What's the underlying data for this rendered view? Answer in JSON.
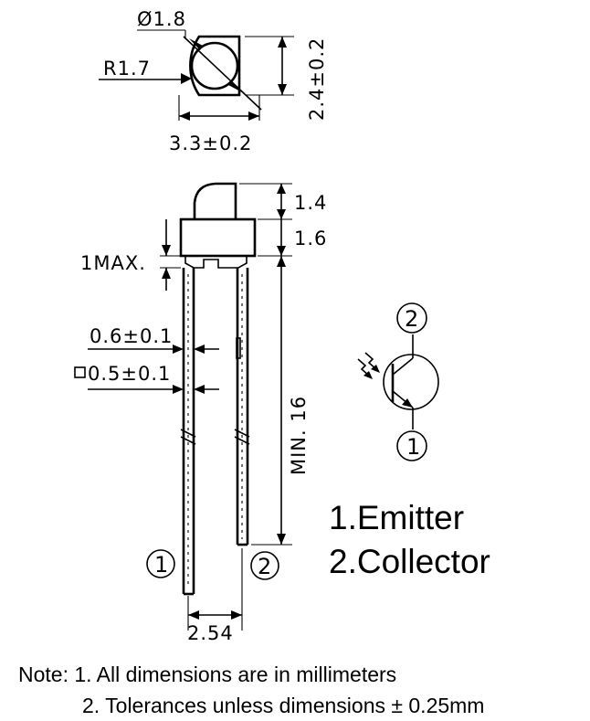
{
  "top_view": {
    "diameter": "Ø1.8",
    "radius": "R1.7",
    "width": "3.3±0.2",
    "height": "2.4±0.2"
  },
  "side_view": {
    "lens_height": "1.4",
    "body_height": "1.6",
    "max_standoff": "1MAX.",
    "lead_width": "0.6±0.1",
    "lead_square": "0.5±0.1",
    "lead_length": "MIN. 16",
    "pitch": "2.54"
  },
  "pins": {
    "pin1": "1",
    "pin2": "2"
  },
  "legend": {
    "item1": "1.Emitter",
    "item2": "2.Collector"
  },
  "notes": {
    "line1": "Note: 1. All dimensions are in millimeters",
    "line2": "2. Tolerances unless dimensions ± 0.25mm"
  }
}
